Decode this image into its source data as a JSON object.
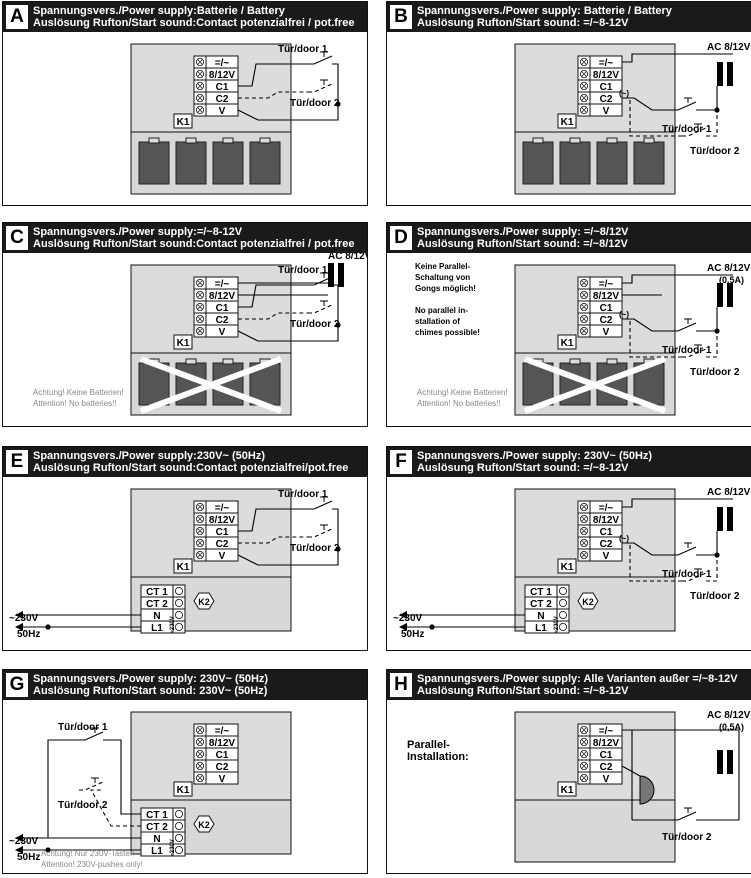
{
  "panels": [
    {
      "letter": "A",
      "line1": "Spannungsvers./Power supply:Batterie / Battery",
      "line2": "Auslösung Rufton/Start sound:Contact potenzialfrei / pot.free"
    },
    {
      "letter": "B",
      "line1": "Spannungsvers./Power supply:  Batterie / Battery",
      "line2": "Auslösung Rufton/Start sound:  =/~8-12V"
    },
    {
      "letter": "C",
      "line1": "Spannungsvers./Power supply:=/~8-12V",
      "line2": "Auslösung Rufton/Start sound:Contact potenzialfrei / pot.free"
    },
    {
      "letter": "D",
      "line1": "Spannungsvers./Power supply:  =/~8/12V",
      "line2": "Auslösung Rufton/Start sound:  =/~8/12V"
    },
    {
      "letter": "E",
      "line1": "Spannungsvers./Power supply:230V~ (50Hz)",
      "line2": "Auslösung Rufton/Start sound:Contact potenzialfrei/pot.free"
    },
    {
      "letter": "F",
      "line1": "Spannungsvers./Power supply:  230V~ (50Hz)",
      "line2": "Auslösung Rufton/Start sound:  =/~8-12V"
    },
    {
      "letter": "G",
      "line1": "Spannungsvers./Power supply:  230V~ (50Hz)",
      "line2": "Auslösung Rufton/Start sound:  230V~ (50Hz)"
    },
    {
      "letter": "H",
      "line1": "Spannungsvers./Power supply:  Alle Varianten außer =/~8-12V",
      "line2": "Auslösung Rufton/Start sound:  =/~8-12V"
    }
  ],
  "terminals": [
    "=/~",
    "8/12V",
    "C1",
    "C2",
    "V"
  ],
  "terminals_230": [
    "CT 1",
    "CT 2",
    "N",
    "L1"
  ],
  "labels": {
    "k1": "K1",
    "k2": "K2",
    "door1": "Tür/door 1",
    "door2": "Tür/door 2",
    "ac": "AC 8/12V~",
    "ac_current": "(0,5A)",
    "tilde": "(~)",
    "v230": "~230V",
    "hz": "50Hz",
    "v230_small": "~230V",
    "c_warn1": "Achtung! Keine Batterien!",
    "c_warn2": "Attention! No batteries!!",
    "d_note": [
      "Keine Parallel-",
      "Schaltung von",
      "Gongs möglich!",
      "",
      "No parallel in-",
      "stallation of",
      "chimes possible!"
    ],
    "g_warn1": "Achtung! Nur 230V-Taster!",
    "g_warn2": "Attention! 230V-pushes only!",
    "h_parallel": [
      "Parallel-",
      "Installation:"
    ]
  }
}
